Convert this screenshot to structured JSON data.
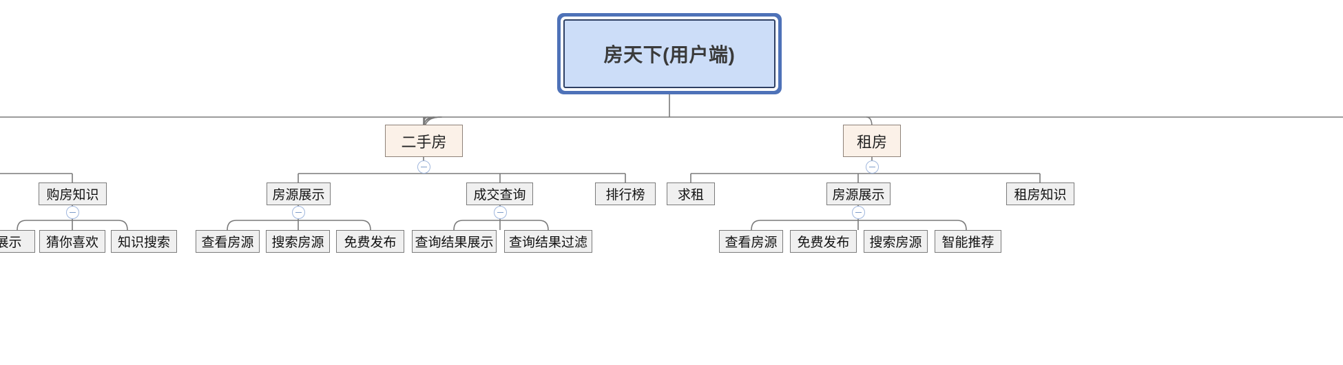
{
  "diagram": {
    "type": "mindmap-tree",
    "title": "房天下(用户端)",
    "orientation": "top-down",
    "colors": {
      "root_fill": "#ccddf8",
      "root_border": "#2d3f63",
      "root_glow": "#4e72b8",
      "level2_fill": "#fbf1e8",
      "level2_border": "#8d8178",
      "level3_fill": "#f0f0f0",
      "level3_border": "#7a7a7a",
      "connector": "#7a7a7a",
      "toggle_border": "#9fb6dd",
      "toggle_glyph": "#7d9bc9"
    },
    "root": {
      "label": "房天下(用户端)"
    },
    "branches": [
      {
        "label": "二手房",
        "collapse_icon": "minus-circle-icon",
        "children": [
          {
            "label": "房源展示",
            "collapse_icon": "minus-circle-icon",
            "children": [
              {
                "label": "查看房源"
              },
              {
                "label": "搜索房源"
              },
              {
                "label": "免费发布"
              }
            ]
          },
          {
            "label": "成交查询",
            "collapse_icon": "minus-circle-icon",
            "children": [
              {
                "label": "查询结果展示"
              },
              {
                "label": "查询结果过滤"
              }
            ]
          },
          {
            "label": "排行榜",
            "children": []
          }
        ]
      },
      {
        "label": "租房",
        "collapse_icon": "minus-circle-icon",
        "children": [
          {
            "label": "求租",
            "children": []
          },
          {
            "label": "房源展示",
            "collapse_icon": "minus-circle-icon",
            "children": [
              {
                "label": "查看房源"
              },
              {
                "label": "免费发布"
              },
              {
                "label": "搜索房源"
              },
              {
                "label": "智能推荐"
              }
            ]
          },
          {
            "label": "租房知识",
            "children": []
          }
        ]
      }
    ],
    "offscreen_left_branch": {
      "note": "branch clipped by left edge of viewport",
      "nodes": [
        {
          "label": "购房知识",
          "collapse_icon": "minus-circle-icon",
          "children": [
            {
              "label": "展示"
            },
            {
              "label": "猜你喜欢"
            },
            {
              "label": "知识搜索"
            }
          ]
        }
      ]
    }
  }
}
